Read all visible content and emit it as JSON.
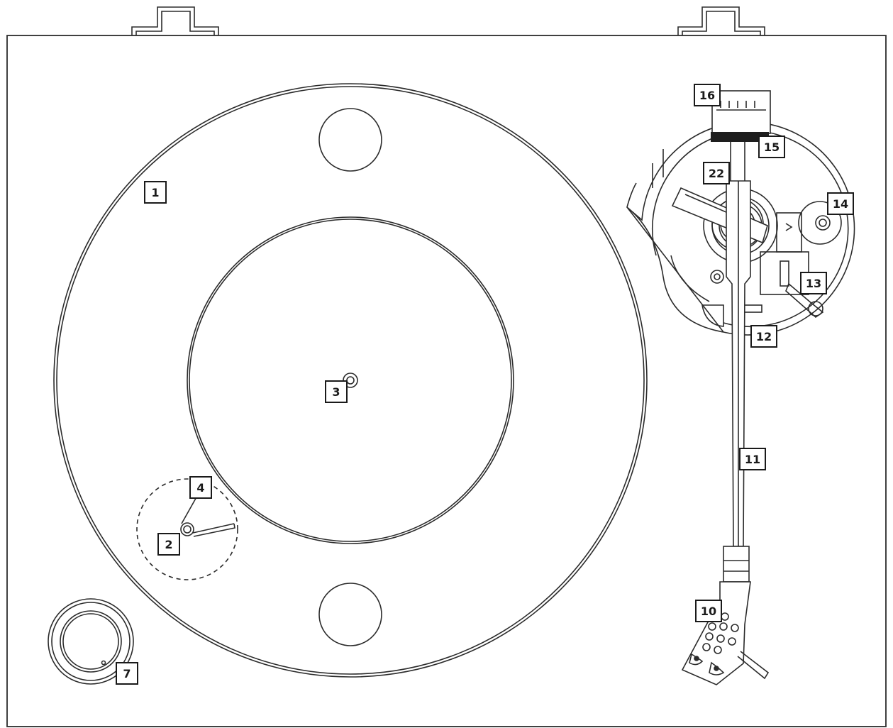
{
  "diagram": {
    "title": "",
    "line_color": "#2b2b2b",
    "background_color": "#ffffff",
    "callouts": [
      {
        "id": "1",
        "label": "1"
      },
      {
        "id": "2",
        "label": "2"
      },
      {
        "id": "3",
        "label": "3"
      },
      {
        "id": "4",
        "label": "4"
      },
      {
        "id": "7",
        "label": "7"
      },
      {
        "id": "10",
        "label": "10"
      },
      {
        "id": "11",
        "label": "11"
      },
      {
        "id": "12",
        "label": "12"
      },
      {
        "id": "13",
        "label": "13"
      },
      {
        "id": "14",
        "label": "14"
      },
      {
        "id": "15",
        "label": "15"
      },
      {
        "id": "16",
        "label": "16"
      },
      {
        "id": "22",
        "label": "22"
      }
    ]
  }
}
